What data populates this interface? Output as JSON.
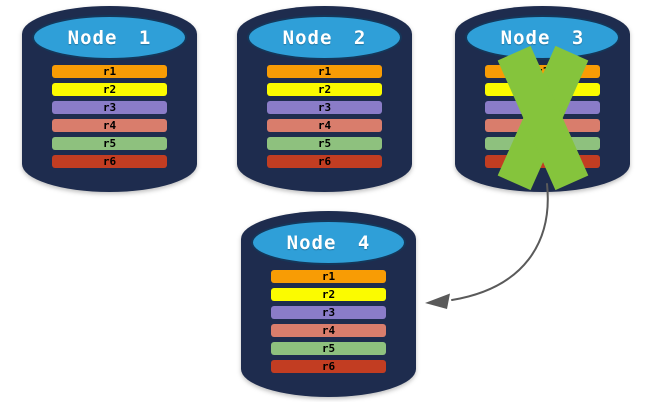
{
  "nodes": [
    {
      "title": "Node 1",
      "failed": false
    },
    {
      "title": "Node 2",
      "failed": false
    },
    {
      "title": "Node 3",
      "failed": true
    },
    {
      "title": "Node 4",
      "failed": false
    }
  ],
  "records": [
    {
      "label": "r1",
      "color": "#F89C05"
    },
    {
      "label": "r2",
      "color": "#FBFB00"
    },
    {
      "label": "r3",
      "color": "#8A7CC8"
    },
    {
      "label": "r4",
      "color": "#D97D6C"
    },
    {
      "label": "r5",
      "color": "#8EC17E"
    },
    {
      "label": "r6",
      "color": "#C23D22"
    }
  ],
  "colors": {
    "cylinder_body": "#1E2C4E",
    "cylinder_top": "#2F9FD8",
    "cylinder_top_border": "#14375A",
    "failure_x": "#85C43C",
    "arrow": "#5A5A5A",
    "record_text": "#000000",
    "title_text": "#FFFFFF"
  }
}
